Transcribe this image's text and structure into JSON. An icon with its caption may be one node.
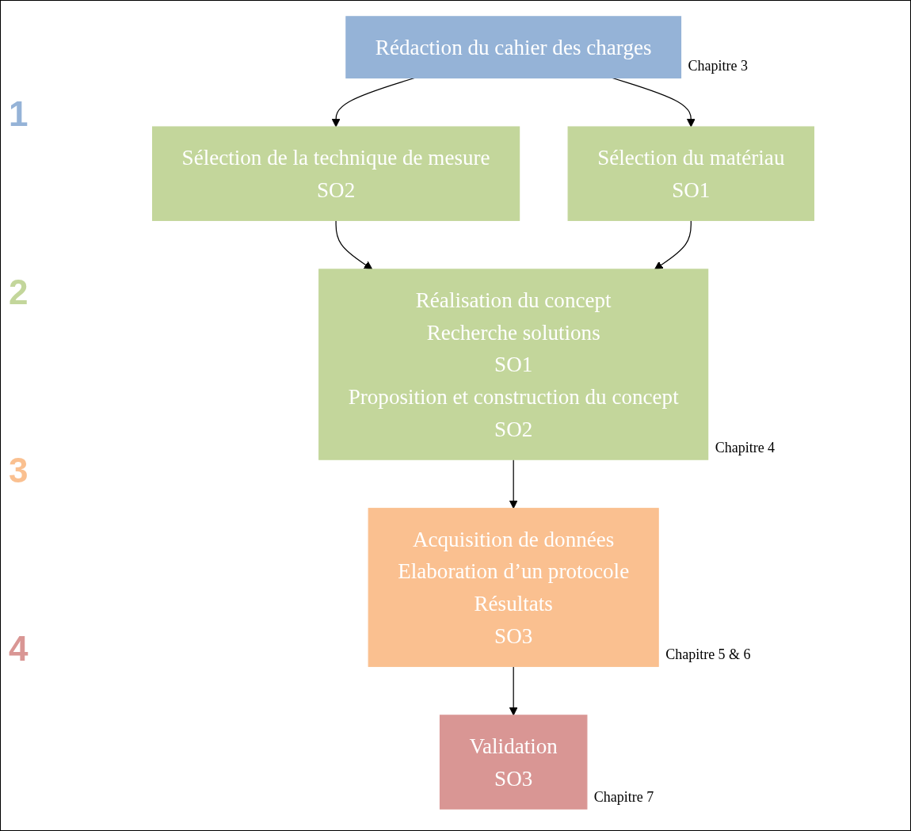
{
  "diagram": {
    "nodes": [
      {
        "text": [
          "Rédaction du cahier des charges"
        ],
        "beside": [
          "Chapitre 3"
        ]
      },
      {
        "text": [
          "Sélection de la technique de mesure",
          "SO2"
        ]
      },
      {
        "text": [
          "Sélection du matériau",
          "SO1"
        ]
      },
      {
        "text": [
          "Réalisation du concept",
          "Recherche solutions",
          "SO1",
          "Proposition et construction du concept",
          "SO2"
        ],
        "beside": [
          "Chapitre 4"
        ]
      },
      {
        "text": [
          "Acquisition de données",
          "Elaboration d’un protocole",
          "Résultats",
          "SO3"
        ],
        "beside": [
          "Chapitre 5 & 6"
        ]
      },
      {
        "text": [
          "Validation",
          "SO3"
        ],
        "beside": [
          "Chapitre 7"
        ]
      }
    ],
    "edges": [
      {
        "from": 0,
        "to": 1,
        "arrow": "to"
      },
      {
        "from": 0,
        "to": 2,
        "arrow": "to"
      },
      {
        "from": 1,
        "to": 3,
        "arrow": "to"
      },
      {
        "from": 2,
        "to": 3,
        "arrow": "to"
      },
      {
        "from": 3,
        "to": 4,
        "arrow": "to"
      },
      {
        "from": 4,
        "to": 5,
        "arrow": "to"
      }
    ],
    "labels": [
      "1",
      "2",
      "3",
      "4"
    ]
  }
}
